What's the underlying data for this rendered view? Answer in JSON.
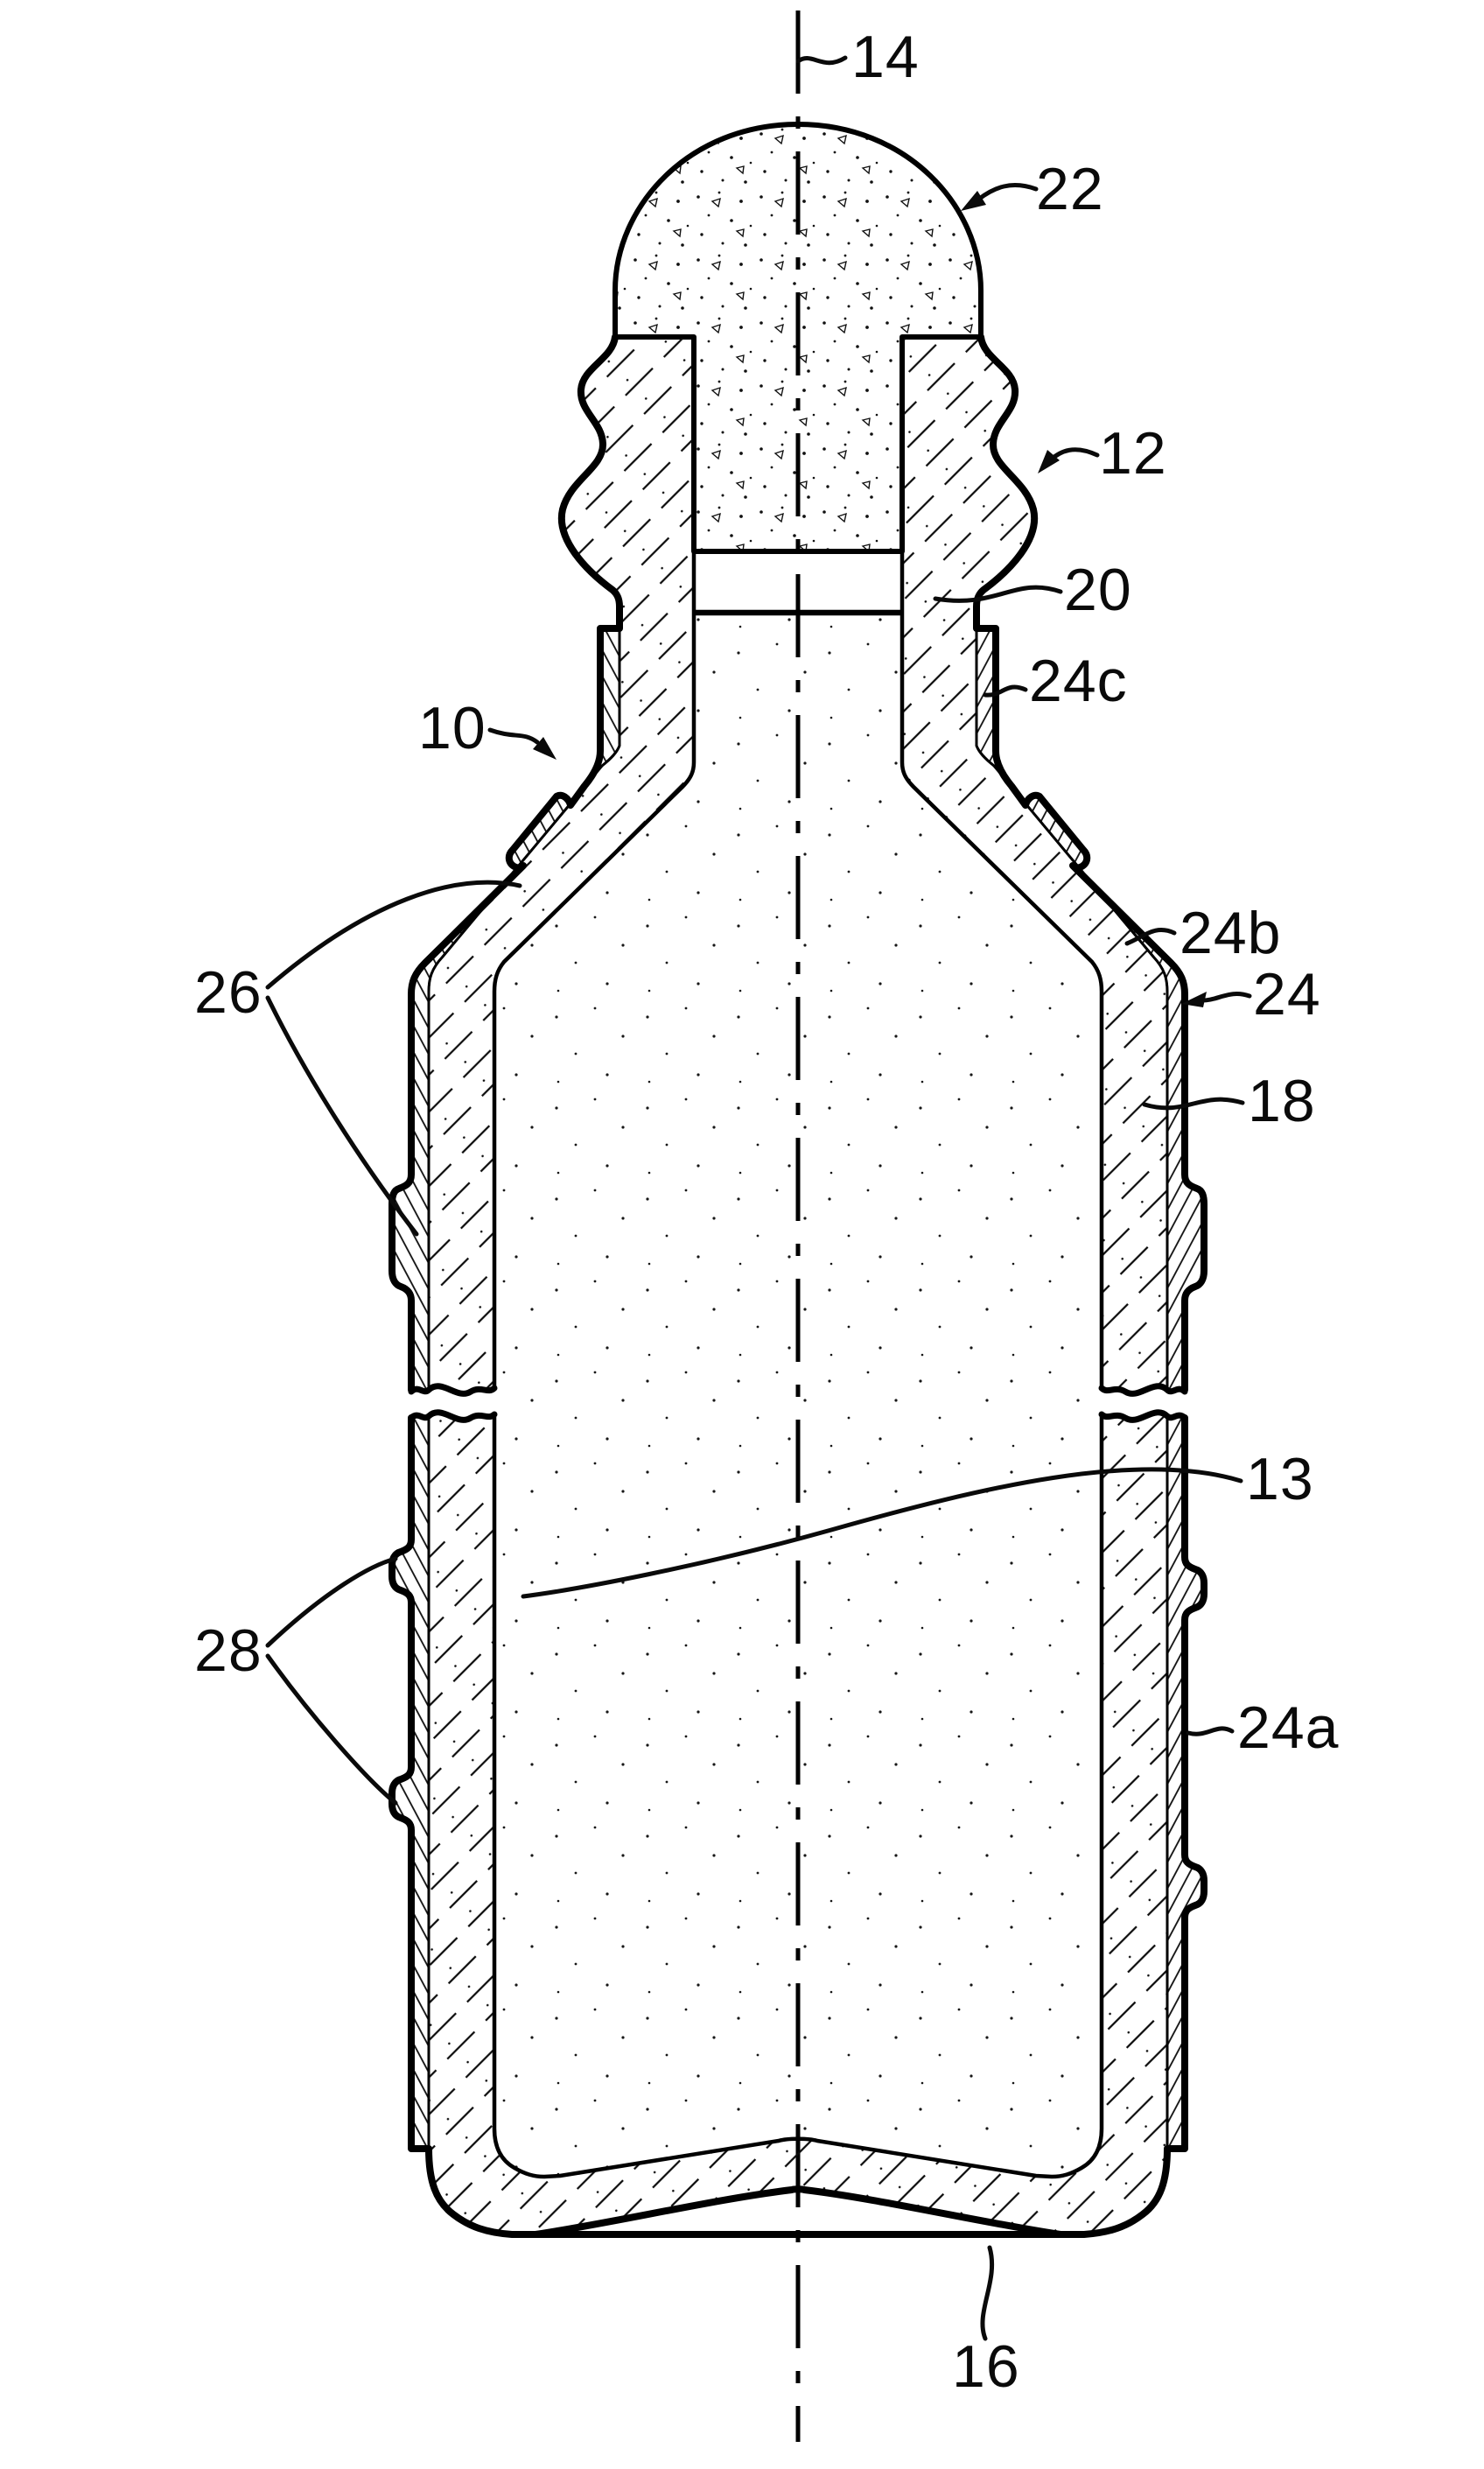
{
  "figure": {
    "background_color": "#ffffff",
    "line_color": "#000000",
    "drawing_style": "patent line art, cross-section of corked bottle with outer coating",
    "labels": [
      {
        "id": "ref-14",
        "text": "14"
      },
      {
        "id": "ref-22",
        "text": "22"
      },
      {
        "id": "ref-12",
        "text": "12"
      },
      {
        "id": "ref-20",
        "text": "20"
      },
      {
        "id": "ref-24c",
        "text": "24c"
      },
      {
        "id": "ref-10",
        "text": "10"
      },
      {
        "id": "ref-24b",
        "text": "24b"
      },
      {
        "id": "ref-24",
        "text": "24"
      },
      {
        "id": "ref-26",
        "text": "26"
      },
      {
        "id": "ref-18",
        "text": "18"
      },
      {
        "id": "ref-13",
        "text": "13"
      },
      {
        "id": "ref-28",
        "text": "28"
      },
      {
        "id": "ref-24a",
        "text": "24a"
      },
      {
        "id": "ref-16",
        "text": "16"
      }
    ]
  }
}
